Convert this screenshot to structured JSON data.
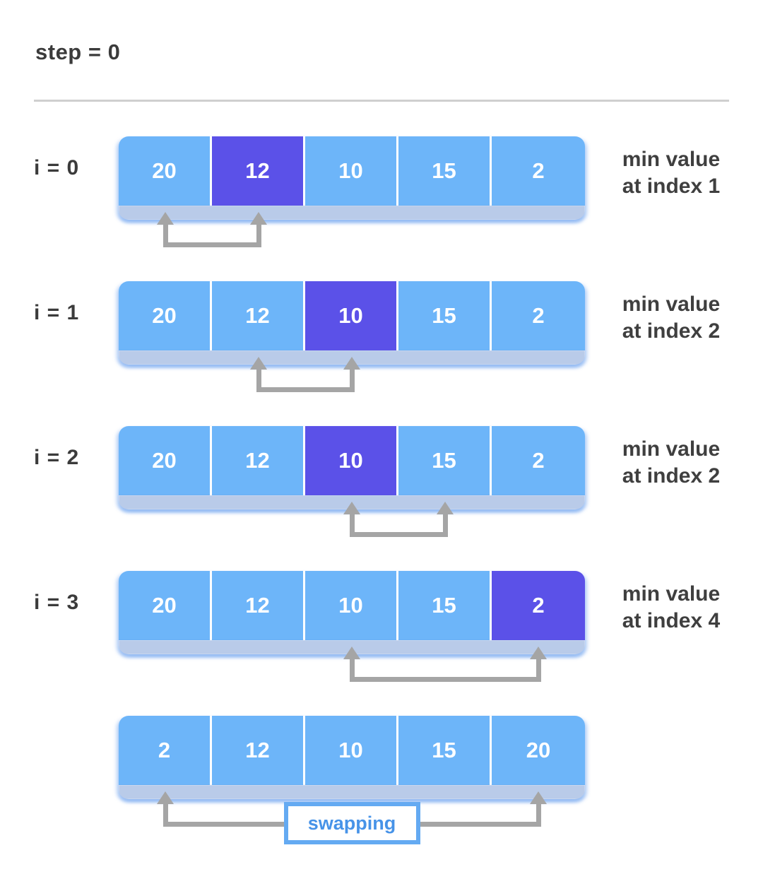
{
  "title": "step = 0",
  "colors": {
    "cell_blue": "#6db5f9",
    "cell_highlight_purple": "#5b51e8",
    "cell_text": "#ffffff",
    "arrow_gray": "#a5a5a5",
    "label_dark": "#3b3b3b",
    "note_dark": "#3f3f3f",
    "swap_text_blue": "#4793e8",
    "swap_border_blue": "#64aaf2",
    "rule_gray": "#cfcfcf"
  },
  "rows": [
    {
      "index_label": "i = 0",
      "cells": [
        "20",
        "12",
        "10",
        "15",
        "2"
      ],
      "highlight_index": 1,
      "note": [
        "min value",
        "at index 1"
      ],
      "arrow": {
        "from": 0,
        "to": 1
      }
    },
    {
      "index_label": "i = 1",
      "cells": [
        "20",
        "12",
        "10",
        "15",
        "2"
      ],
      "highlight_index": 2,
      "note": [
        "min value",
        "at index 2"
      ],
      "arrow": {
        "from": 1,
        "to": 2
      }
    },
    {
      "index_label": "i = 2",
      "cells": [
        "20",
        "12",
        "10",
        "15",
        "2"
      ],
      "highlight_index": 2,
      "note": [
        "min value",
        "at index 2"
      ],
      "arrow": {
        "from": 2,
        "to": 3
      }
    },
    {
      "index_label": "i = 3",
      "cells": [
        "20",
        "12",
        "10",
        "15",
        "2"
      ],
      "highlight_index": 4,
      "note": [
        "min value",
        "at index 4"
      ],
      "arrow": {
        "from": 2,
        "to": 4
      }
    },
    {
      "index_label": null,
      "cells": [
        "2",
        "12",
        "10",
        "15",
        "20"
      ],
      "highlight_index": null,
      "note": null,
      "arrow": {
        "from": 0,
        "to": 4
      },
      "swap_label": "swapping"
    }
  ]
}
